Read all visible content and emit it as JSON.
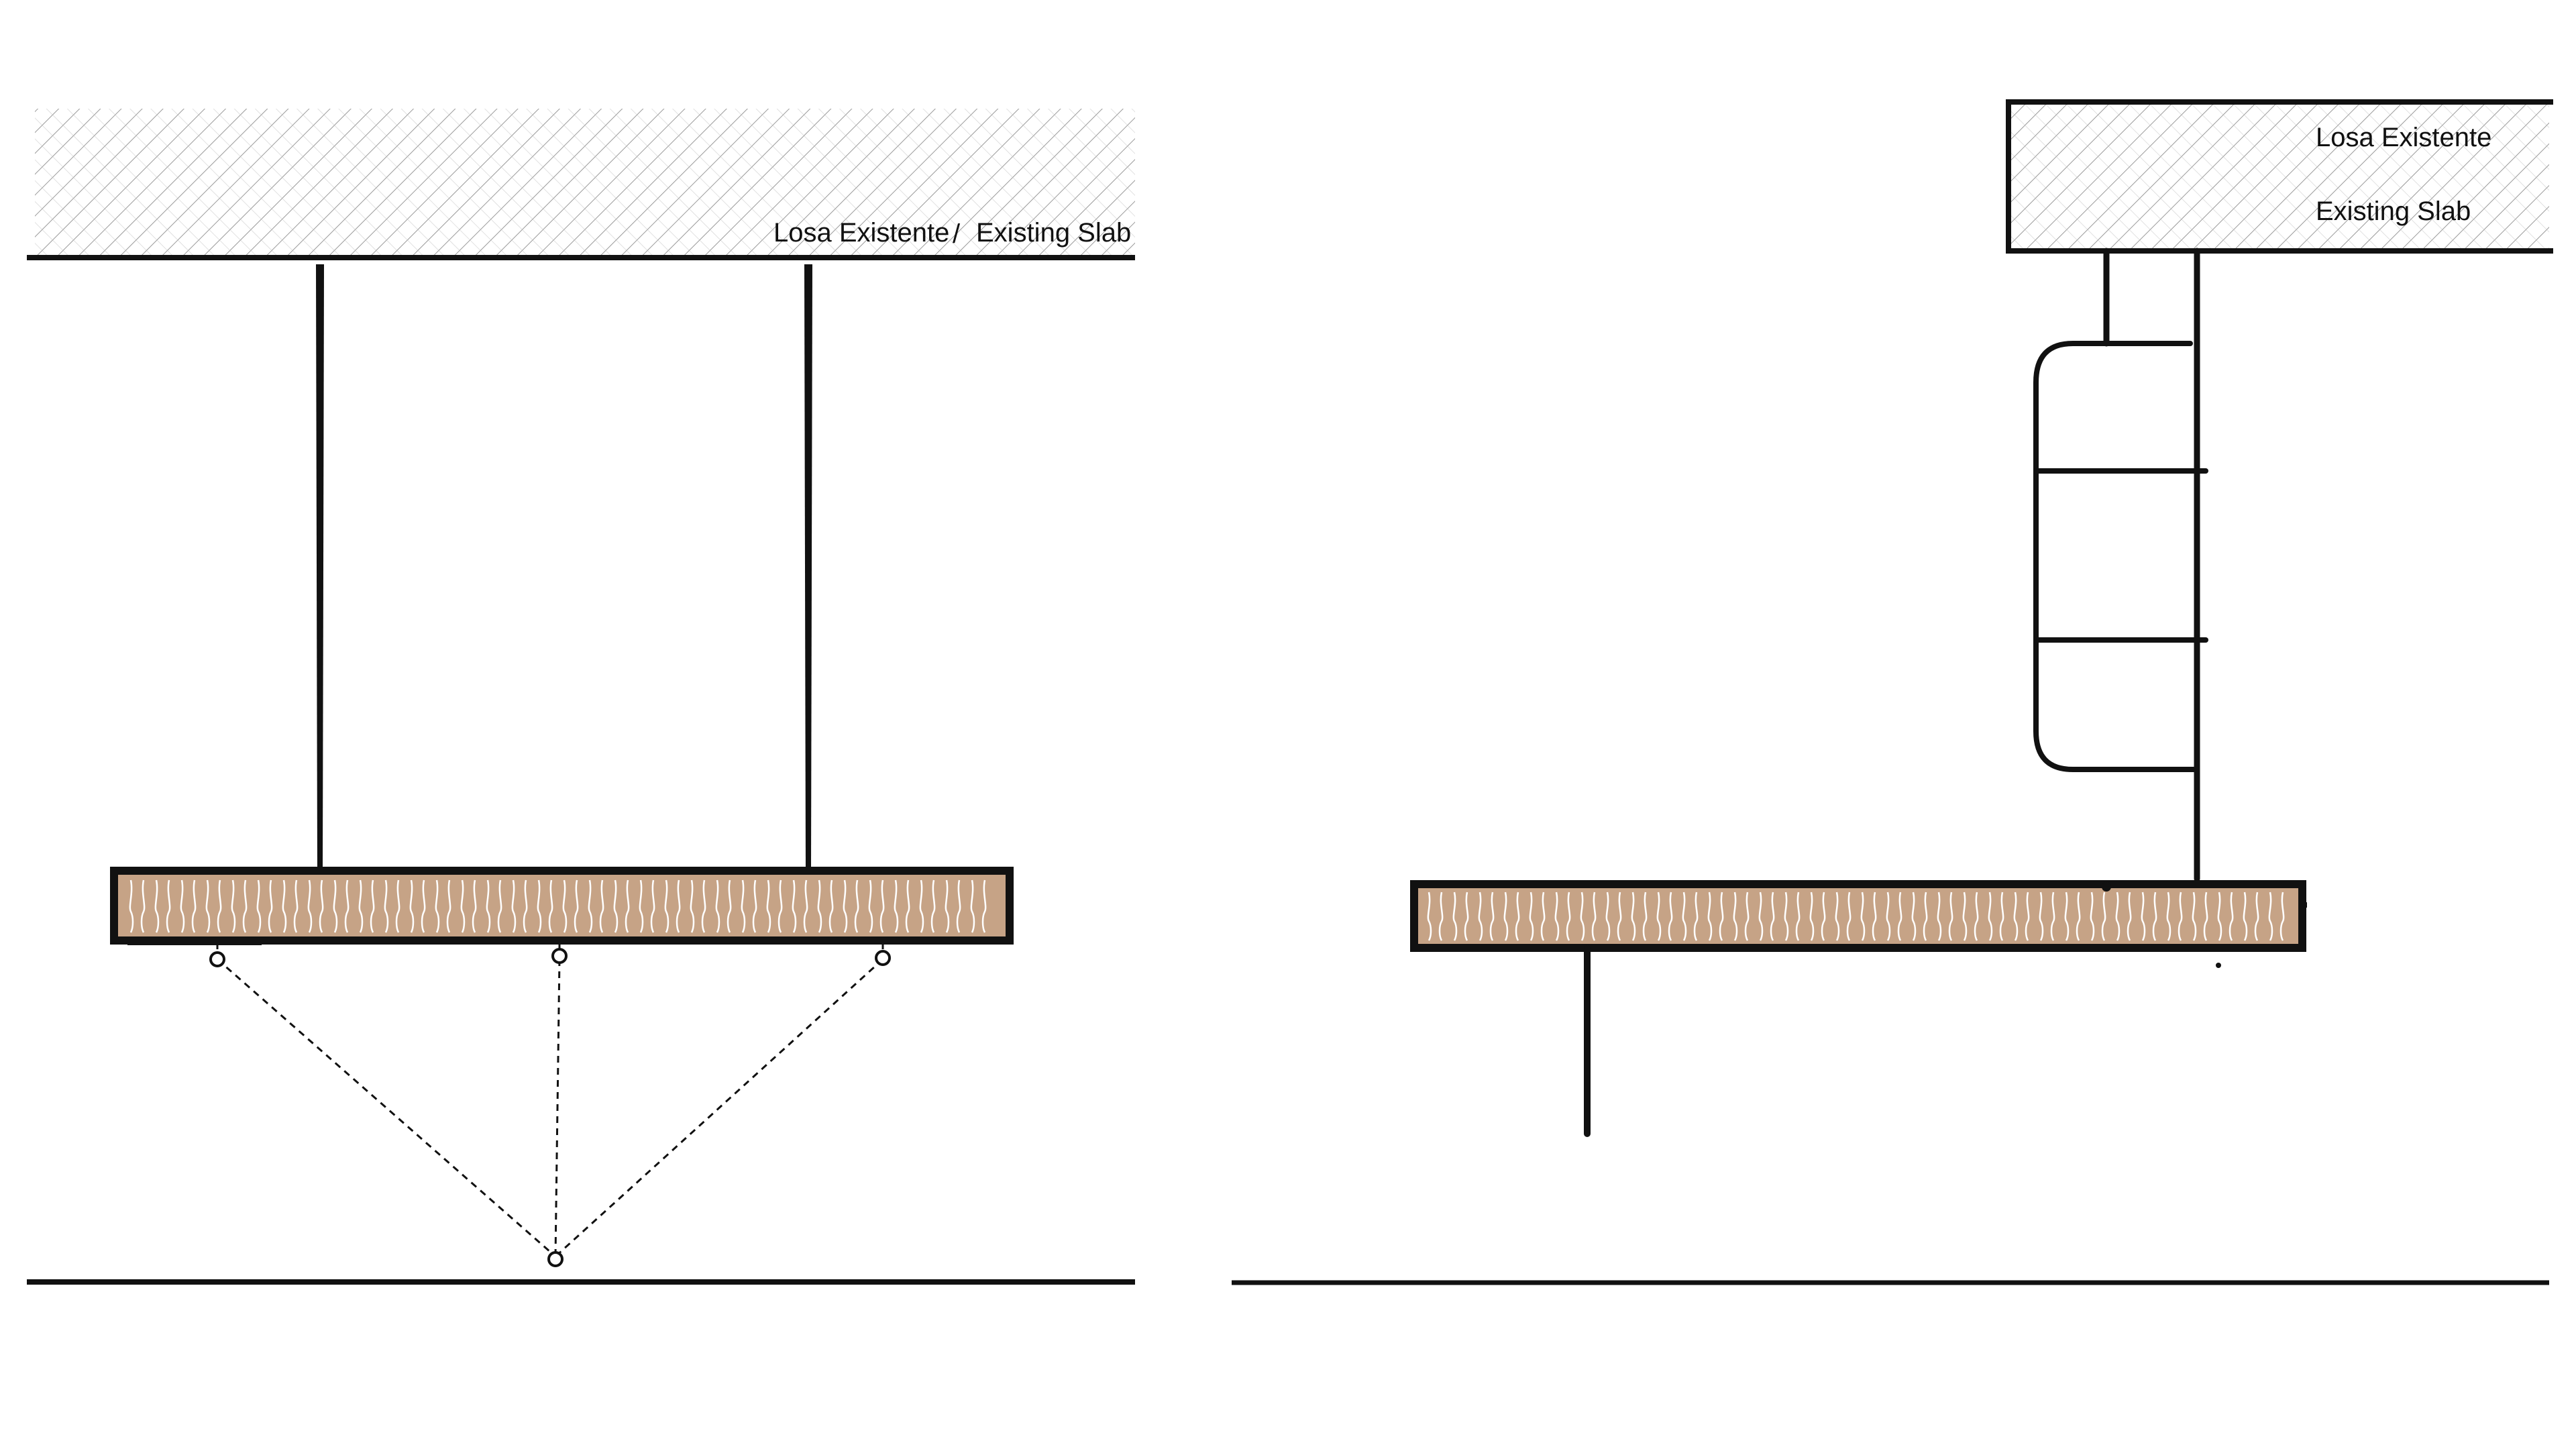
{
  "left_section": {
    "slab_label_es": "Losa Existente",
    "slab_label_separator": "/",
    "slab_label_en": "Existing Slab"
  },
  "right_section": {
    "slab_label_es": "Losa Existente",
    "slab_label_en": "Existing Slab"
  },
  "colors": {
    "ink": "#111111",
    "hatch": "#9a9a9a",
    "wood_fill": "#c6a386",
    "wood_grain": "#ffffff",
    "background": "#ffffff"
  }
}
